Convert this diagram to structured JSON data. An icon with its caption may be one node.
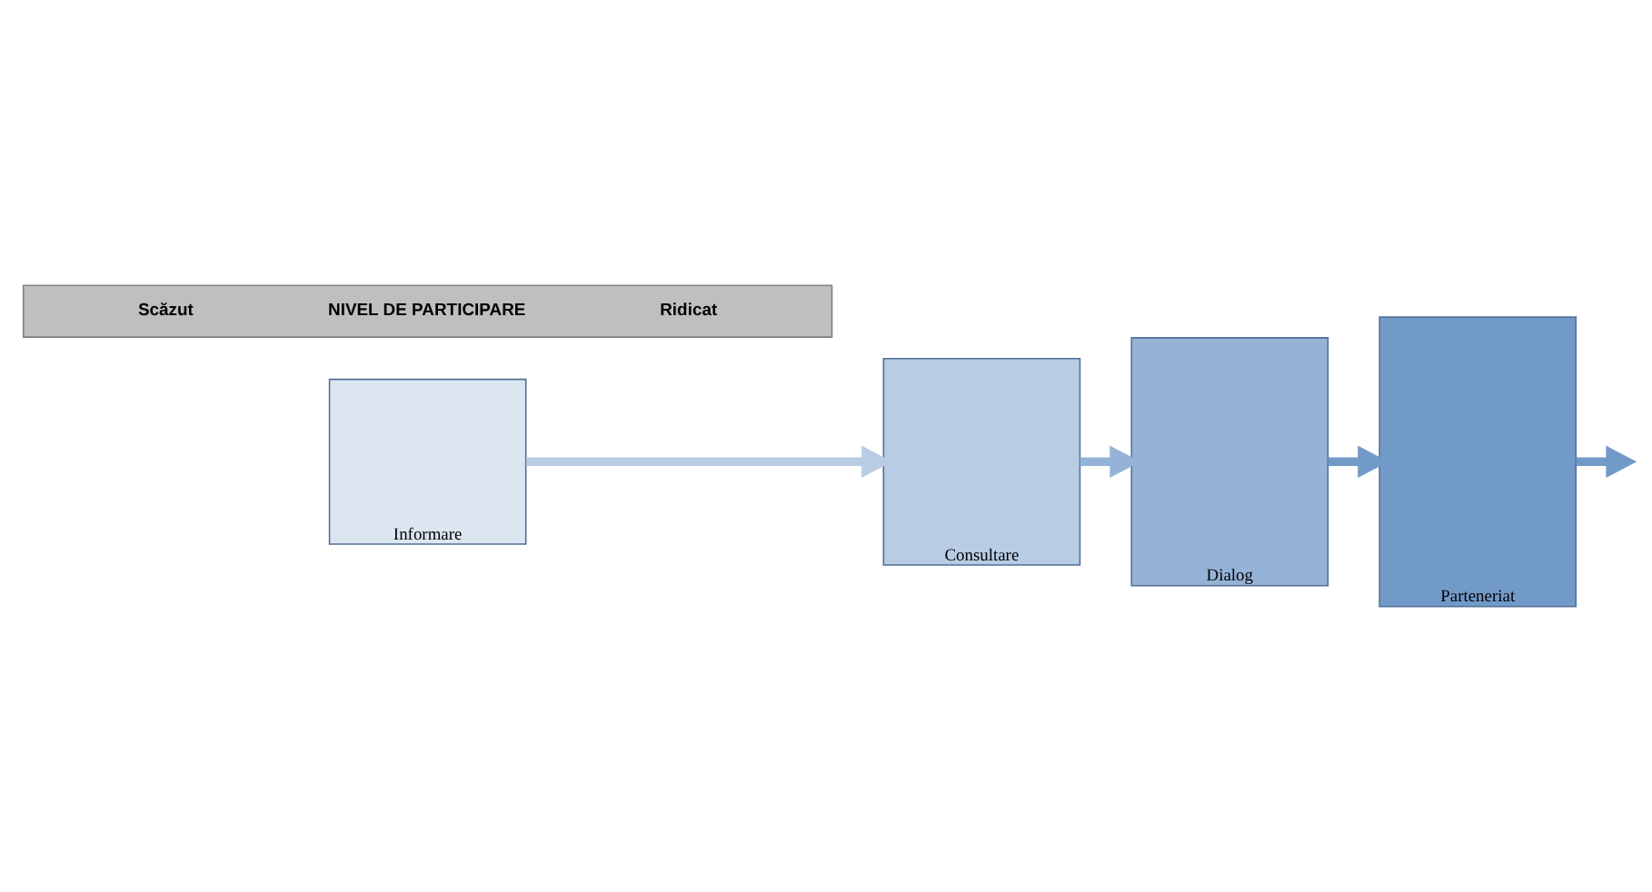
{
  "diagram": {
    "nodes": [
      {
        "text": [
          "Informare"
        ]
      },
      {
        "text": [
          "Consultare"
        ]
      },
      {
        "text": [
          "Dialog"
        ]
      },
      {
        "text": [
          "Parteneriat"
        ]
      },
      {
        "text": [
          "Scăzut",
          "NIVEL DE PARTICIPARE",
          "Ridicat"
        ]
      }
    ],
    "edges": [
      {
        "from": 0,
        "to": 1,
        "arrow": "to"
      },
      {
        "from": 1,
        "to": 2,
        "arrow": "to"
      },
      {
        "from": 2,
        "to": 3,
        "arrow": "to"
      },
      {
        "from": 3,
        "to": null,
        "arrow": "to"
      }
    ]
  }
}
